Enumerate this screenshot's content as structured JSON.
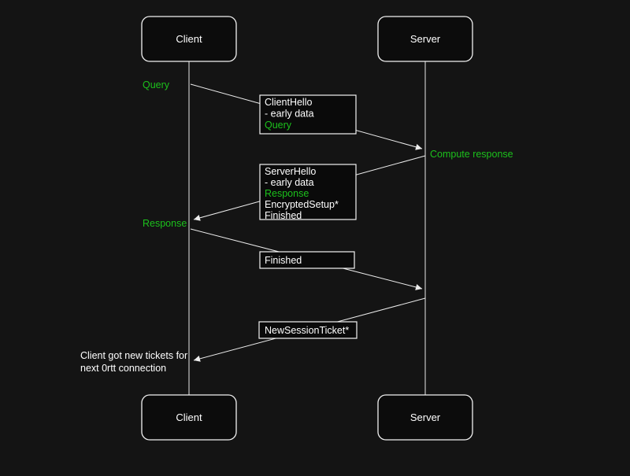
{
  "colors": {
    "background": "#141414",
    "line": "#ededed",
    "text": "#ffffff",
    "accent_green": "#1cc11c"
  },
  "actors": {
    "client_top": "Client",
    "server_top": "Server",
    "client_bottom": "Client",
    "server_bottom": "Server"
  },
  "annotations": {
    "query": "Query",
    "compute_response": "Compute response",
    "response": "Response",
    "note_line1": "Client got new tickets for",
    "note_line2": "next 0rtt connection"
  },
  "messages": {
    "client_hello": {
      "line1": "ClientHello",
      "line2": "- early data",
      "line3": "Query"
    },
    "server_hello": {
      "line1": "ServerHello",
      "line2": "- early data",
      "line3": "Response",
      "line4": "EncryptedSetup*",
      "line5": "Finished"
    },
    "finished": {
      "line1": "Finished"
    },
    "new_session_ticket": {
      "line1": "NewSessionTicket*"
    }
  }
}
